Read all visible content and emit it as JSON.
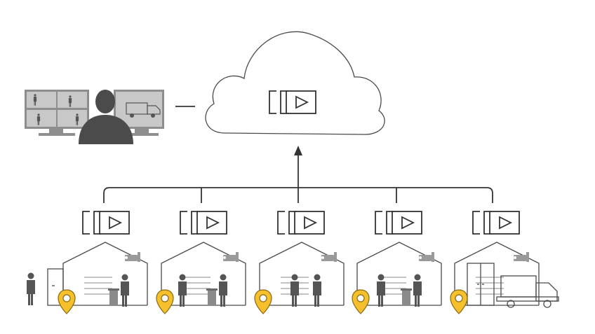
{
  "colors": {
    "line": "#333333",
    "pin": "#f5c02c",
    "pin_stroke": "#8a6a10",
    "figure": "#555555",
    "screen": "#c8c8c8",
    "monitor": "#8e8e8e",
    "operator": "#4b4b4b"
  },
  "icons": {
    "cloud": "cloud-icon",
    "video_stream": "video-stream-icon",
    "pin": "location-pin-icon",
    "camera": "security-camera-icon"
  },
  "sites": [
    {
      "kind": "shop-walk-in"
    },
    {
      "kind": "shop"
    },
    {
      "kind": "shop-handshake"
    },
    {
      "kind": "shop"
    },
    {
      "kind": "warehouse-truck"
    }
  ]
}
